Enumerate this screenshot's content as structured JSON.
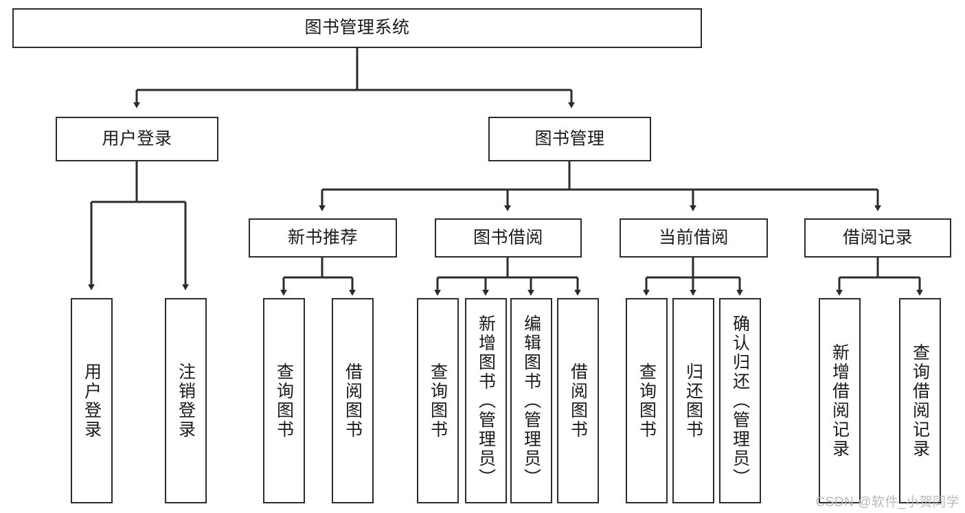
{
  "diagram": {
    "type": "tree-hierarchy",
    "title": "图书管理系统",
    "colors": {
      "node_border": "#2b2b2b",
      "node_fill": "#ffffff",
      "edge": "#2b2b2b",
      "text": "#1a1a1a",
      "watermark": "#b9b9b9",
      "background": "#ffffff"
    },
    "watermark": "CSDN @软件_小贺同学",
    "nodes": {
      "root": {
        "label": "图书管理系统"
      },
      "level2": [
        {
          "id": "user-login",
          "label": "用户登录"
        },
        {
          "id": "book-management",
          "label": "图书管理"
        }
      ],
      "level3": [
        {
          "id": "new-book-recommend",
          "label": "新书推荐"
        },
        {
          "id": "book-borrow",
          "label": "图书借阅"
        },
        {
          "id": "current-borrow",
          "label": "当前借阅"
        },
        {
          "id": "borrow-record",
          "label": "借阅记录"
        }
      ],
      "leaves": [
        {
          "id": "leaf-user-login",
          "label": "用户登录",
          "parent": "user-login"
        },
        {
          "id": "leaf-logout-login",
          "label": "注销登录",
          "parent": "user-login"
        },
        {
          "id": "leaf-query-book-1",
          "label": "查询图书",
          "parent": "new-book-recommend"
        },
        {
          "id": "leaf-borrow-book-1",
          "label": "借阅图书",
          "parent": "new-book-recommend"
        },
        {
          "id": "leaf-query-book-2",
          "label": "查询图书",
          "parent": "book-borrow"
        },
        {
          "id": "leaf-add-book",
          "label": "新增图书（管理员）",
          "parent": "book-borrow"
        },
        {
          "id": "leaf-edit-book",
          "label": "编辑图书（管理员）",
          "parent": "book-borrow"
        },
        {
          "id": "leaf-borrow-book-2",
          "label": "借阅图书",
          "parent": "book-borrow"
        },
        {
          "id": "leaf-query-book-3",
          "label": "查询图书",
          "parent": "current-borrow"
        },
        {
          "id": "leaf-return-book",
          "label": "归还图书",
          "parent": "current-borrow"
        },
        {
          "id": "leaf-confirm-return",
          "label": "确认归还（管理员）",
          "parent": "current-borrow"
        },
        {
          "id": "leaf-add-record",
          "label": "新增借阅记录",
          "parent": "borrow-record"
        },
        {
          "id": "leaf-query-record",
          "label": "查询借阅记录",
          "parent": "borrow-record"
        }
      ]
    }
  }
}
